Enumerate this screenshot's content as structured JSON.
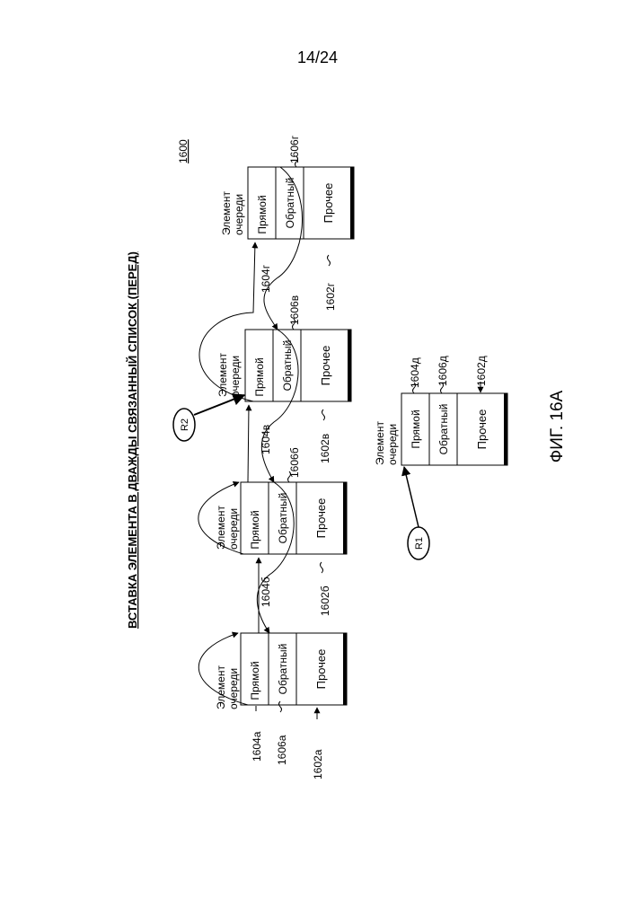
{
  "page_number": "14/24",
  "diagram": {
    "title": "ВСТАВКА ЭЛЕМЕНТА В ДВАЖДЫ СВЯЗАННЫЙ СПИСОК (ПЕРЕД)",
    "reference": "1600",
    "figure_label": "ФИГ. 16А",
    "field_labels": {
      "forward": "Прямой",
      "backward": "Обратный",
      "other": "Прочее"
    },
    "node_label_line1": "Элемент",
    "node_label_line2": "очереди",
    "nodes": [
      {
        "id": "a",
        "forward_ref": "1604a",
        "backward_ref": "1606a",
        "other_ref": "1602a"
      },
      {
        "id": "b",
        "forward_ref": "1604б",
        "backward_ref": "1606б",
        "other_ref": "1602б"
      },
      {
        "id": "v",
        "forward_ref": "1604в",
        "backward_ref": "1606в",
        "other_ref": "1602в"
      },
      {
        "id": "g",
        "forward_ref": "1604г",
        "backward_ref": "1606г",
        "other_ref": "1602г"
      },
      {
        "id": "d",
        "forward_ref": "1604д",
        "backward_ref": "1606д",
        "other_ref": "1602д"
      }
    ],
    "pointers": [
      {
        "label": "R2",
        "target": "v"
      },
      {
        "label": "R1",
        "target": "d"
      }
    ]
  }
}
